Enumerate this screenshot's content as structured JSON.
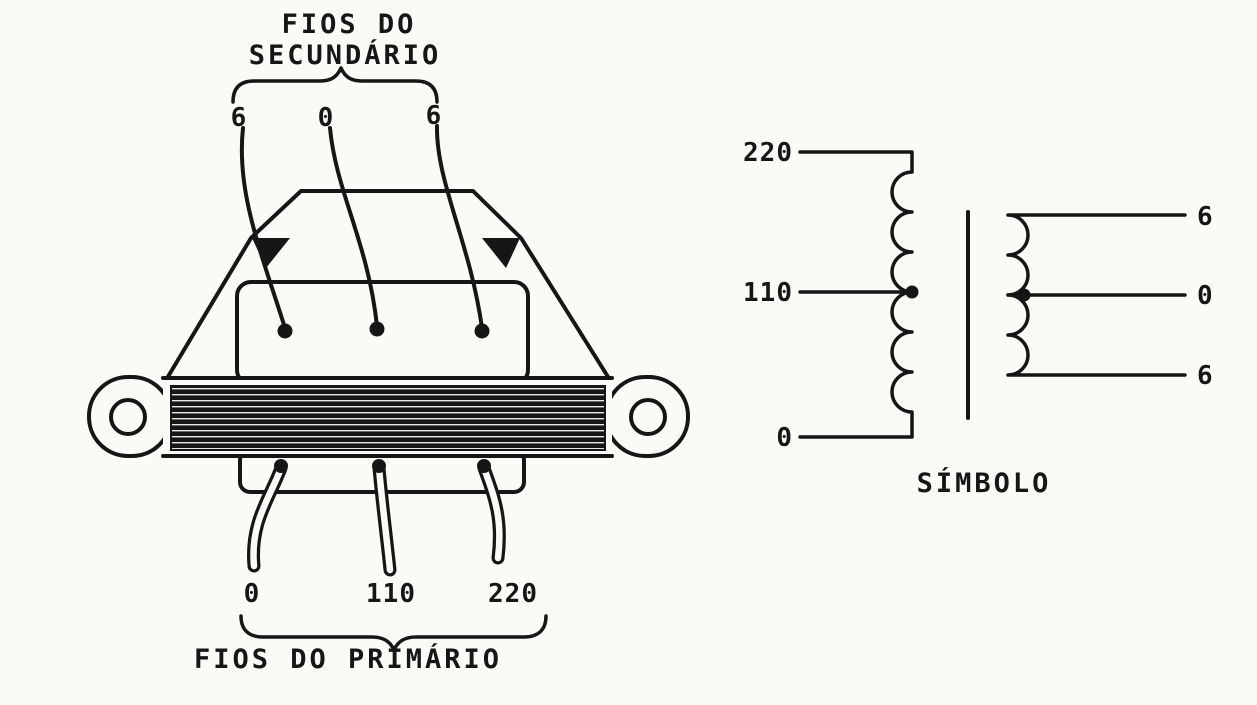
{
  "colors": {
    "ink": "#161616",
    "paper": "#fbfaf7"
  },
  "illustration": {
    "secondary_caption_line1": "FIOS DO",
    "secondary_caption_line2": "SECUNDÁRIO",
    "secondary_taps": [
      "6",
      "0",
      "6"
    ],
    "primary_taps": [
      "0",
      "110",
      "220"
    ],
    "primary_caption": "FIOS DO PRIMÁRIO"
  },
  "symbol": {
    "primary_taps": [
      "220",
      "110",
      "0"
    ],
    "secondary_taps": [
      "6",
      "0",
      "6"
    ],
    "caption": "SÍMBOLO"
  }
}
